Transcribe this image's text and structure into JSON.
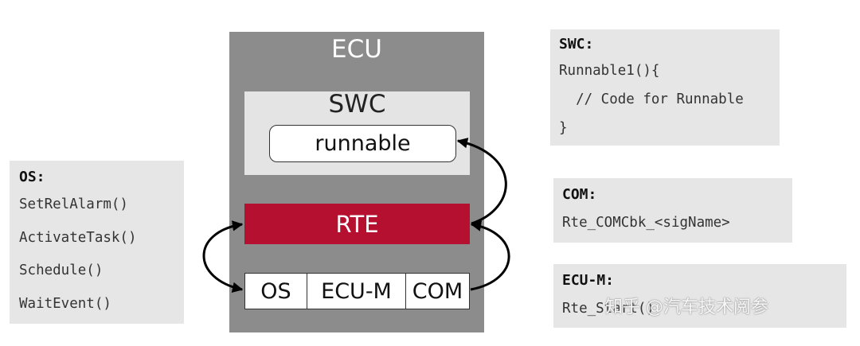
{
  "ecu": {
    "title": "ECU",
    "swc_title": "SWC",
    "runnable_label": "runnable",
    "rte_label": "RTE",
    "bsw": [
      "OS",
      "ECU-M",
      "COM"
    ]
  },
  "panels": {
    "os": {
      "header": "OS:",
      "lines": [
        "SetRelAlarm()",
        "ActivateTask()",
        "Schedule()",
        "WaitEvent()"
      ]
    },
    "swc": {
      "header": "SWC:",
      "lines": [
        "Runnable1(){",
        "  // Code for Runnable",
        "}"
      ]
    },
    "com": {
      "header": "COM:",
      "lines": [
        "Rte_COMCbk_<sigName>"
      ]
    },
    "ecum": {
      "header": "ECU-M:",
      "lines": [
        "Rte_Start()"
      ]
    }
  },
  "watermark": "知乎 @汽车技术阅参",
  "colors": {
    "ecu_bg": "#8c8c8c",
    "swc_bg": "#e4e4e4",
    "rte_bg": "#b5102f",
    "panel_bg": "#e6e6e6"
  }
}
